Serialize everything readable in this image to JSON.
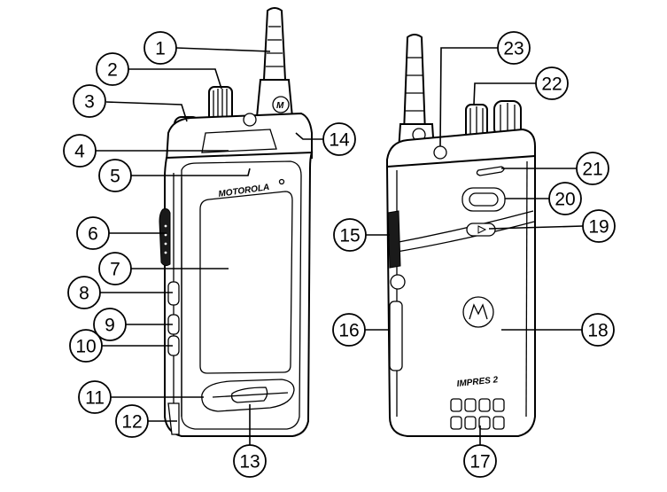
{
  "diagram": {
    "front_brand": "MOTOROLA",
    "back_label": "IMPRES 2",
    "callouts": [
      {
        "id": "c1",
        "label": "1"
      },
      {
        "id": "c2",
        "label": "2"
      },
      {
        "id": "c3",
        "label": "3"
      },
      {
        "id": "c4",
        "label": "4"
      },
      {
        "id": "c5",
        "label": "5"
      },
      {
        "id": "c6",
        "label": "6"
      },
      {
        "id": "c7",
        "label": "7"
      },
      {
        "id": "c8",
        "label": "8"
      },
      {
        "id": "c9",
        "label": "9"
      },
      {
        "id": "c10",
        "label": "10"
      },
      {
        "id": "c11",
        "label": "11"
      },
      {
        "id": "c12",
        "label": "12"
      },
      {
        "id": "c13",
        "label": "13"
      },
      {
        "id": "c14",
        "label": "14"
      },
      {
        "id": "c15",
        "label": "15"
      },
      {
        "id": "c16",
        "label": "16"
      },
      {
        "id": "c17",
        "label": "17"
      },
      {
        "id": "c18",
        "label": "18"
      },
      {
        "id": "c19",
        "label": "19"
      },
      {
        "id": "c20",
        "label": "20"
      },
      {
        "id": "c21",
        "label": "21"
      },
      {
        "id": "c22",
        "label": "22"
      },
      {
        "id": "c23",
        "label": "23"
      }
    ]
  }
}
